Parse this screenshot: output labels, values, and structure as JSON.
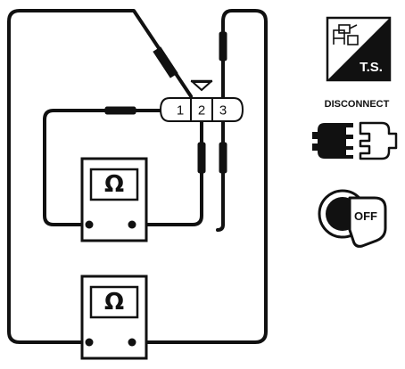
{
  "connector": {
    "pins": [
      "1",
      "2",
      "3"
    ]
  },
  "meters": [
    {
      "symbol": "Ω"
    },
    {
      "symbol": "Ω"
    }
  ],
  "icons": {
    "ts": {
      "label": "T.S."
    },
    "disconnect": {
      "label": "DISCONNECT"
    },
    "ignition": {
      "label": "OFF"
    }
  }
}
